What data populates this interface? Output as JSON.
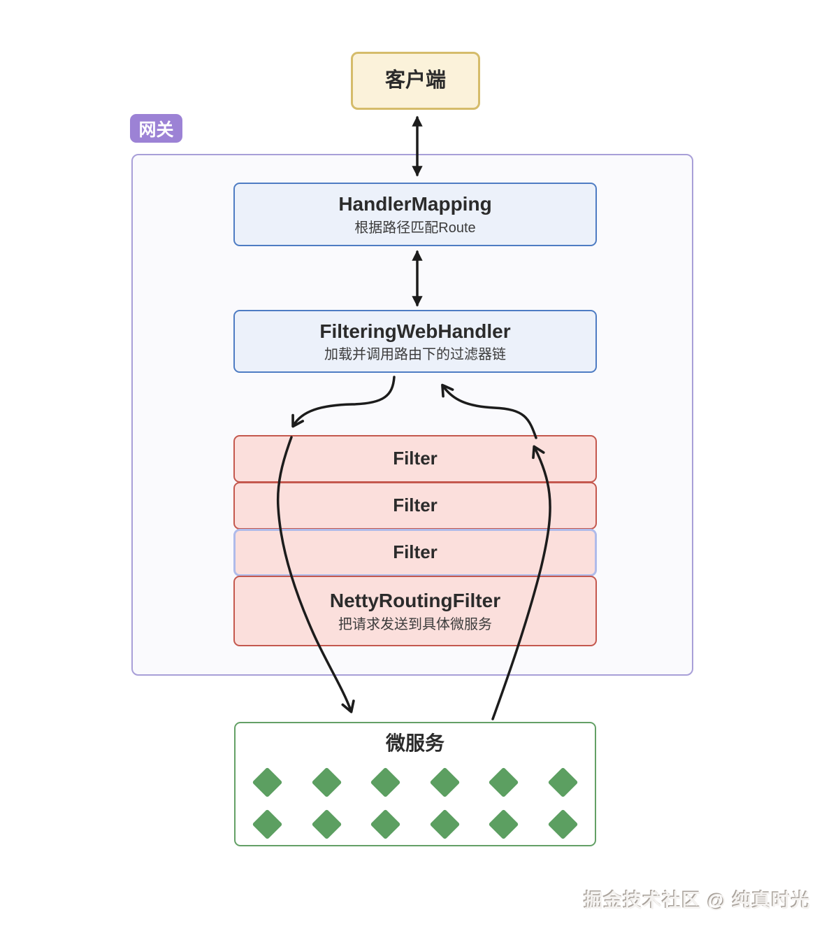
{
  "colors": {
    "client_fill": "#FBF2DA",
    "client_border": "#D5BC6B",
    "gateway_tag_bg": "#9C82D5",
    "gateway_container_border": "#A89FD8",
    "gateway_container_fill": "#FAFAFD",
    "blue_node_fill": "#ECF1FA",
    "blue_node_border": "#4E7CC3",
    "filter_fill": "#FBDFDC",
    "filter_border": "#C4584E",
    "filter_highlight_border": "#AFBBEA",
    "services_border": "#63A066",
    "services_fill": "#FFFFFF",
    "diamond_fill": "#5C9F61",
    "arrow_color": "#1C1C1C",
    "title_color": "#2B2B2B",
    "subtitle_color": "#3C3C3C",
    "watermark_color": "#F4F2F0",
    "watermark_shadow": "#A9A29B"
  },
  "diagram": {
    "client": {
      "label": "客户端"
    },
    "gateway": {
      "tag": "网关",
      "handler_mapping": {
        "title": "HandlerMapping",
        "subtitle": "根据路径匹配Route"
      },
      "filtering_web_handler": {
        "title": "FilteringWebHandler",
        "subtitle": "加载并调用路由下的过滤器链"
      },
      "filters": [
        {
          "title": "Filter"
        },
        {
          "title": "Filter"
        },
        {
          "title": "Filter"
        },
        {
          "title": "NettyRoutingFilter",
          "subtitle": "把请求发送到具体微服务"
        }
      ]
    },
    "microservices": {
      "title": "微服务",
      "diamond_rows": 2,
      "diamond_cols": 6
    }
  },
  "watermark": {
    "text": "掘金技术社区 @ 纯真时光"
  }
}
